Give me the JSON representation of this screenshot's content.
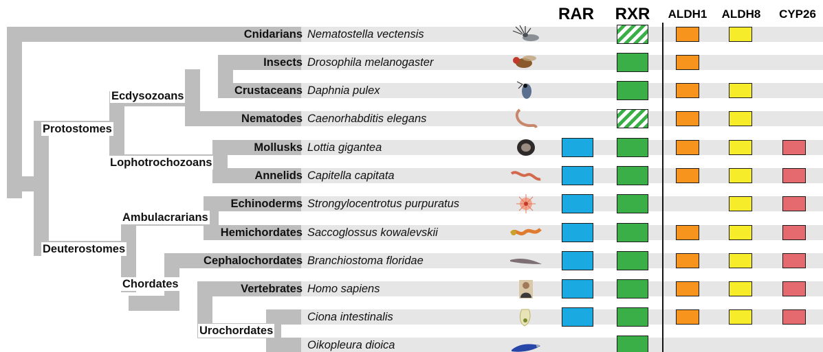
{
  "headers": [
    {
      "key": "rar",
      "label": "RAR"
    },
    {
      "key": "rxr",
      "label": "RXR"
    },
    {
      "key": "aldh1",
      "label": "ALDH1"
    },
    {
      "key": "aldh8",
      "label": "ALDH8"
    },
    {
      "key": "cyp26",
      "label": "CYP26"
    }
  ],
  "clades": [
    {
      "name": "Protostomes"
    },
    {
      "name": "Ecdysozoans"
    },
    {
      "name": "Lophotrochozoans"
    },
    {
      "name": "Deuterostomes"
    },
    {
      "name": "Ambulacrarians"
    },
    {
      "name": "Chordates"
    },
    {
      "name": "Urochordates"
    }
  ],
  "rows": [
    {
      "taxon": "Cnidarians",
      "species": "Nematostella vectensis",
      "picture": "sea-anemone",
      "rar": "absent",
      "rxr": "divergent",
      "aldh1": "present",
      "aldh8": "present",
      "cyp26": "absent"
    },
    {
      "taxon": "Insects",
      "species": "Drosophila melanogaster",
      "picture": "fruit-fly",
      "rar": "absent",
      "rxr": "present",
      "aldh1": "present",
      "aldh8": "absent",
      "cyp26": "absent"
    },
    {
      "taxon": "Crustaceans",
      "species": "Daphnia pulex",
      "picture": "water-flea",
      "rar": "absent",
      "rxr": "present",
      "aldh1": "present",
      "aldh8": "present",
      "cyp26": "absent"
    },
    {
      "taxon": "Nematodes",
      "species": "Caenorhabditis elegans",
      "picture": "roundworm",
      "rar": "absent",
      "rxr": "divergent",
      "aldh1": "present",
      "aldh8": "present",
      "cyp26": "absent"
    },
    {
      "taxon": "Mollusks",
      "species": "Lottia gigantea",
      "picture": "limpet",
      "rar": "present",
      "rxr": "present",
      "aldh1": "present",
      "aldh8": "present",
      "cyp26": "present"
    },
    {
      "taxon": "Annelids",
      "species": "Capitella capitata",
      "picture": "polychaete-worm",
      "rar": "present",
      "rxr": "present",
      "aldh1": "present",
      "aldh8": "present",
      "cyp26": "present"
    },
    {
      "taxon": "Echinoderms",
      "species": "Strongylocentrotus purpuratus",
      "picture": "sea-urchin",
      "rar": "present",
      "rxr": "present",
      "aldh1": "absent",
      "aldh8": "present",
      "cyp26": "present"
    },
    {
      "taxon": "Hemichordates",
      "species": "Saccoglossus kowalevskii",
      "picture": "acorn-worm",
      "rar": "present",
      "rxr": "present",
      "aldh1": "present",
      "aldh8": "present",
      "cyp26": "present"
    },
    {
      "taxon": "Cephalochordates",
      "species": "Branchiostoma floridae",
      "picture": "amphioxus",
      "rar": "present",
      "rxr": "present",
      "aldh1": "present",
      "aldh8": "present",
      "cyp26": "present"
    },
    {
      "taxon": "Vertebrates",
      "species": "Homo sapiens",
      "picture": "human-portrait",
      "rar": "present",
      "rxr": "present",
      "aldh1": "present",
      "aldh8": "present",
      "cyp26": "present"
    },
    {
      "taxon": "",
      "species": "Ciona intestinalis",
      "picture": "sea-squirt",
      "rar": "present",
      "rxr": "present",
      "aldh1": "present",
      "aldh8": "present",
      "cyp26": "present"
    },
    {
      "taxon": "",
      "species": "Oikopleura dioica",
      "picture": "larvacean",
      "rar": "absent",
      "rxr": "present",
      "aldh1": "absent",
      "aldh8": "absent",
      "cyp26": "absent"
    }
  ],
  "colors": {
    "branch": "#bdbdbd",
    "rowBand": "#e6e6e6",
    "rar": "#1ba9e1",
    "rxr": "#3aaf48",
    "aldh1": "#f7941d",
    "aldh8": "#f7ec2a",
    "cyp26": "#e46a6f"
  }
}
